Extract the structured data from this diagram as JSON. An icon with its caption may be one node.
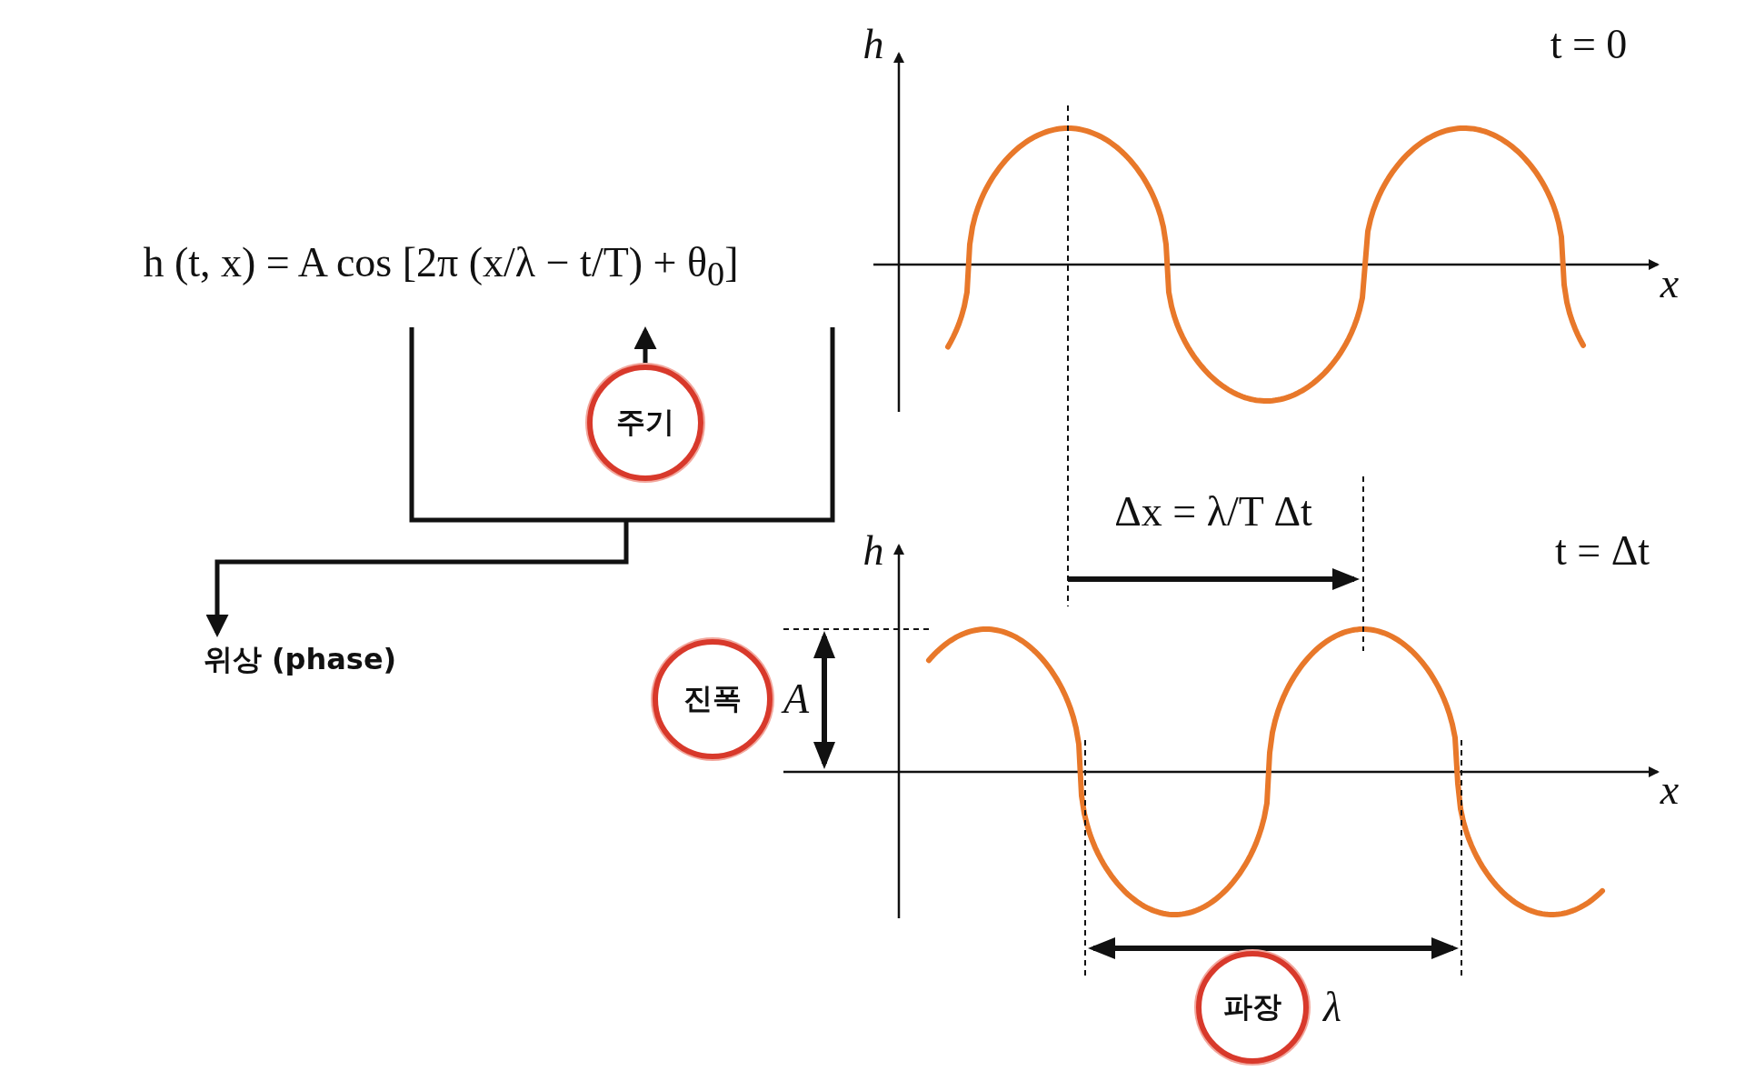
{
  "diagram": {
    "nodes": [
      {
        "text": [
          "h (t, x) = A cos [2π (x/λ − t/T) + θ$_{0}$]"
        ]
      },
      {
        "text": [
          "주기"
        ]
      },
      {
        "text": [
          "위상 (phase)"
        ]
      },
      {
        "text": [
          "진폭"
        ],
        "beside": [
          "A"
        ]
      },
      {
        "text": [
          "파장"
        ],
        "beside": [
          "λ"
        ]
      }
    ],
    "edges": [
      {
        "from": 0,
        "to": 2,
        "arrow": "to"
      },
      {
        "from": 1,
        "to": 0,
        "arrow": "to"
      }
    ],
    "labels": [
      "h",
      "t = 0",
      "x",
      "Δx = λ/T Δt",
      "h",
      "t = Δt",
      "x"
    ]
  }
}
